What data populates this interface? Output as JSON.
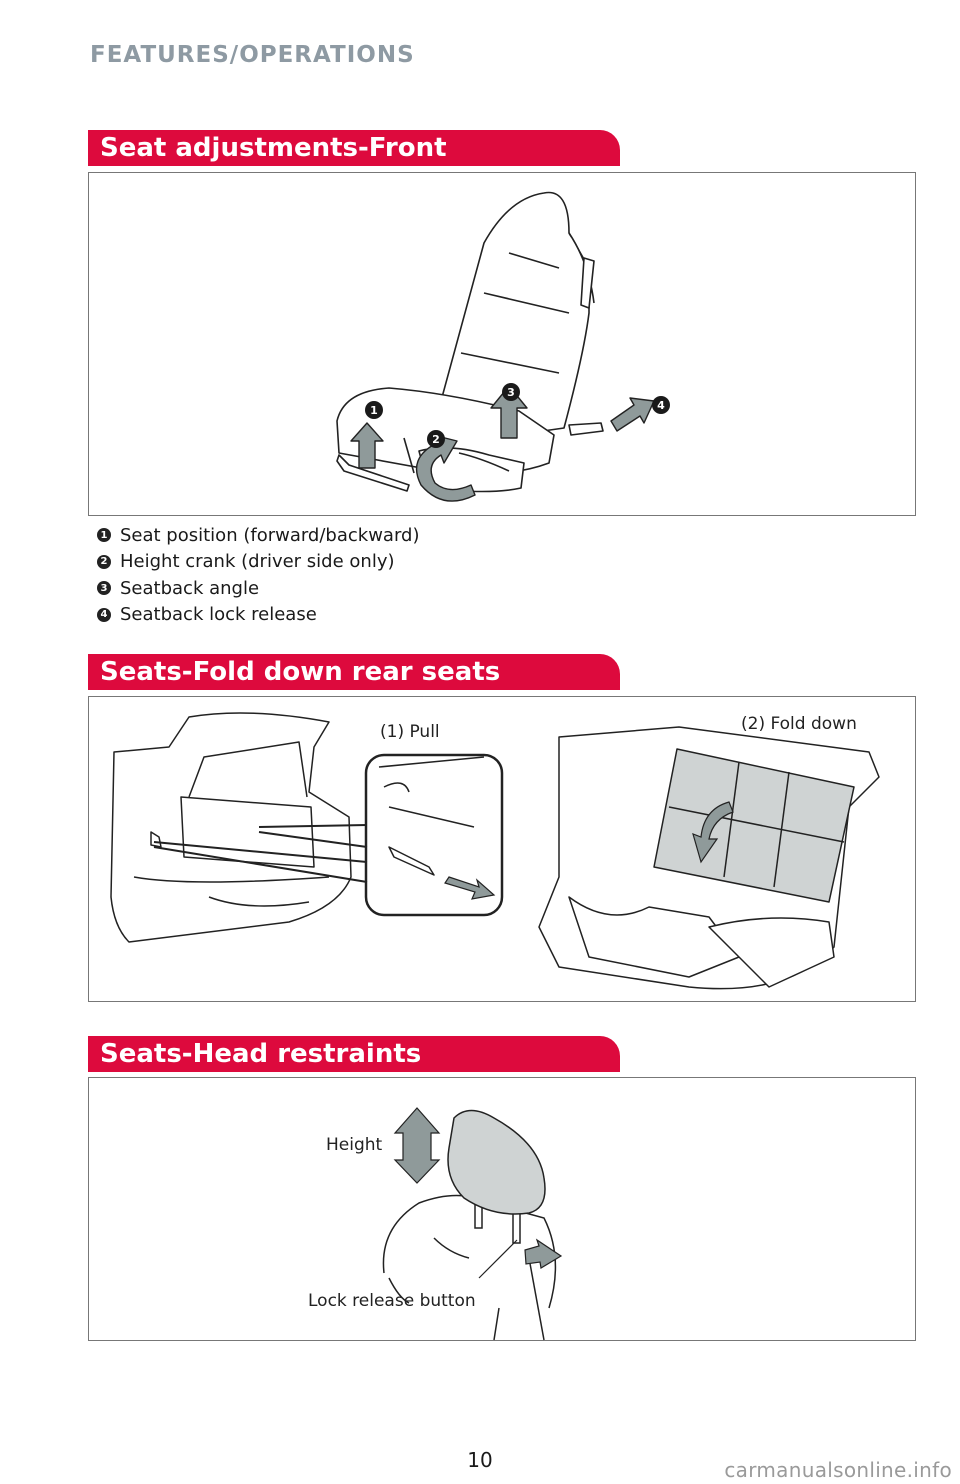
{
  "header": {
    "title": "FEATURES/OPERATIONS"
  },
  "sections": {
    "front": {
      "title": "Seat adjustments-Front",
      "badges": [
        "1",
        "2",
        "3",
        "4"
      ],
      "items": [
        {
          "num": "1",
          "text": "Seat position (forward/backward)"
        },
        {
          "num": "2",
          "text": "Height crank (driver side only)"
        },
        {
          "num": "3",
          "text": "Seatback angle"
        },
        {
          "num": "4",
          "text": "Seatback lock release"
        }
      ]
    },
    "fold": {
      "title": "Seats-Fold down rear seats",
      "pull_label": "(1) Pull",
      "fold_label": "(2) Fold down"
    },
    "head": {
      "title": "Seats-Head restraints",
      "height_label": "Height",
      "lock_label": "Lock release button"
    }
  },
  "footer": {
    "page_number": "10",
    "watermark": "carmanualsonline.info"
  },
  "colors": {
    "accent": "#dd0a3d",
    "header_gray": "#8e9aa3",
    "arrow_gray": "#8f9a9a"
  }
}
